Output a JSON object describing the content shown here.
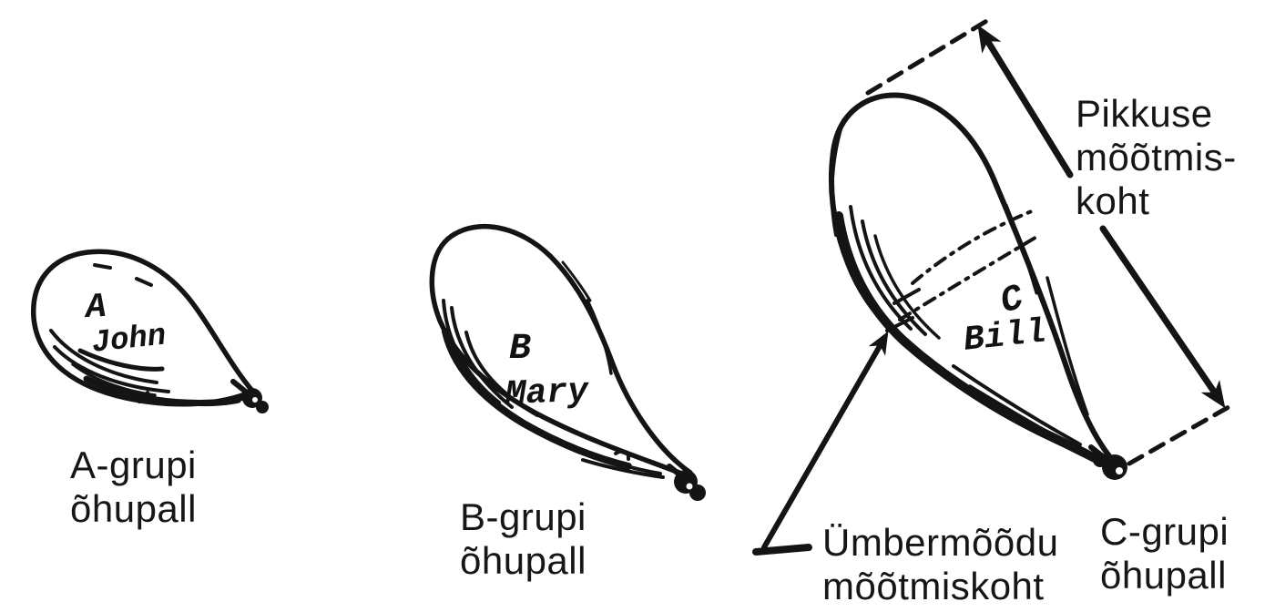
{
  "diagram": {
    "background_color": "#ffffff",
    "ink_color": "#141414",
    "balloons": [
      {
        "letter": "A",
        "owner": "John",
        "caption_line1": "A-grupi",
        "caption_line2": "õhupall"
      },
      {
        "letter": "B",
        "owner": "Mary",
        "caption_line1": "B-grupi",
        "caption_line2": "õhupall"
      },
      {
        "letter": "C",
        "owner": "Bill",
        "caption_line1": "C-grupi",
        "caption_line2": "õhupall"
      }
    ],
    "annotations": {
      "length": {
        "line1": "Pikkuse",
        "line2": "mõõtmis-",
        "line3": "koht"
      },
      "girth": {
        "line1": "Ümbermõõdu",
        "line2": "mõõtmiskoht"
      }
    }
  }
}
